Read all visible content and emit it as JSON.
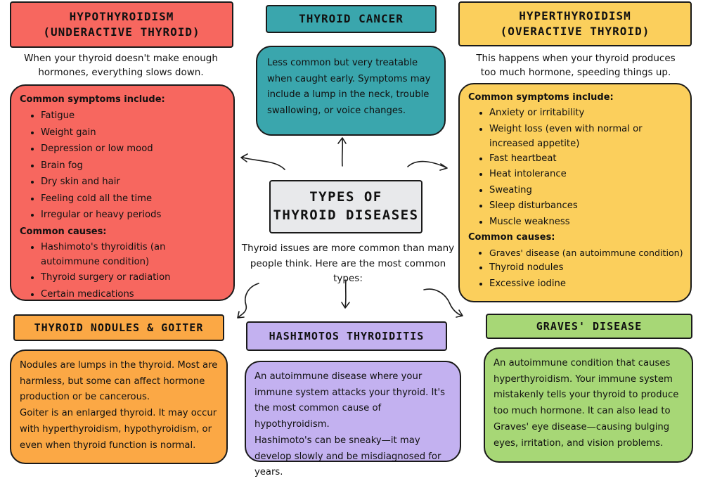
{
  "center": {
    "title_line1": "TYPES OF",
    "title_line2": "THYROID DISEASES",
    "intro": "Thyroid issues are more common than many people think. Here are the most common types:"
  },
  "hypo": {
    "title_line1": "HYPOTHYROIDISM",
    "title_line2": "(UNDERACTIVE THYROID)",
    "intro": "When your thyroid doesn't make enough hormones, everything slows down.",
    "symptoms_heading": "Common symptoms include:",
    "symptoms": [
      "Fatigue",
      "Weight gain",
      "Depression or low mood",
      "Brain fog",
      "Dry skin and hair",
      "Feeling cold all the time",
      "Irregular or heavy periods"
    ],
    "causes_heading": "Common causes:",
    "causes": [
      "Hashimoto's thyroiditis (an autoimmune condition)",
      "Thyroid surgery or radiation",
      "Certain medications"
    ]
  },
  "cancer": {
    "title": "THYROID CANCER",
    "text": "Less common but very treatable when caught early. Symptoms may include a lump in the neck, trouble swallowing, or voice changes."
  },
  "hyper": {
    "title_line1": "HYPERTHYROIDISM",
    "title_line2": "(OVERACTIVE THYROID)",
    "intro": "This happens when your thyroid produces too much hormone, speeding things up.",
    "symptoms_heading": "Common symptoms include:",
    "symptoms": [
      "Anxiety or irritability",
      "Weight loss (even with normal or increased appetite)",
      "Fast heartbeat",
      "Heat intolerance",
      "Sweating",
      "Sleep disturbances",
      "Muscle weakness"
    ],
    "causes_heading": "Common causes:",
    "causes": [
      "Graves' disease (an autoimmune condition)",
      "Thyroid nodules",
      "Excessive iodine"
    ]
  },
  "nodules": {
    "title": "THYROID NODULES & GOITER",
    "text1": "Nodules are lumps in the thyroid. Most are harmless, but some can affect hormone production or be cancerous.",
    "text2": "Goiter is an enlarged thyroid. It may occur with hyperthyroidism, hypothyroidism, or even when thyroid function is normal."
  },
  "hashimotos": {
    "title": "HASHIMOTOS THYROIDITIS",
    "text1": "An autoimmune disease where your immune system attacks your thyroid. It's the most common cause of hypothyroidism.",
    "text2": "Hashimoto's can be sneaky—it may develop slowly and be misdiagnosed for years."
  },
  "graves": {
    "title": "GRAVES' DISEASE",
    "text": "An autoimmune condition that causes hyperthyroidism. Your immune system mistakenly tells your thyroid to produce too much hormone. It can also lead to Graves' eye disease—causing bulging eyes, irritation, and vision problems."
  },
  "colors": {
    "red": "#f7675f",
    "teal": "#3aa6ad",
    "yellow": "#fbcf5c",
    "orange": "#fba845",
    "purple": "#c3b1f0",
    "green": "#a7d776",
    "grey": "#e8e9eb"
  }
}
